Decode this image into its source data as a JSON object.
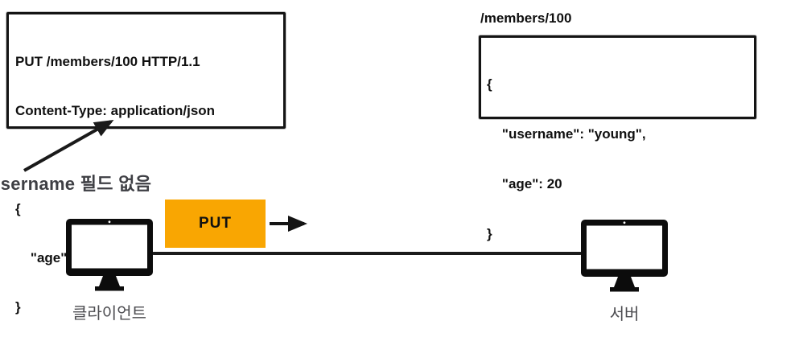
{
  "request_box": {
    "lines": [
      "PUT /members/100 HTTP/1.1",
      "Content-Type: application/json",
      "",
      "{",
      "    \"age\": 50",
      "}"
    ]
  },
  "response_box": {
    "path_label": "/members/100",
    "lines": [
      "{",
      "    \"username\": \"young\",",
      "    \"age\": 20",
      "}"
    ]
  },
  "annotation": {
    "text": "username 필드 없음"
  },
  "flow": {
    "method_label": "PUT"
  },
  "nodes": {
    "client_label": "클라이언트",
    "server_label": "서버"
  },
  "colors": {
    "background": "#FFFFFF",
    "ink": "#141414",
    "method_bg": "#F9A602",
    "annotation_text": "#3E3F44",
    "node_label": "#4C4C50"
  },
  "icons": {
    "client": "monitor-icon",
    "server": "monitor-icon",
    "method_arrow": "arrow-right-icon",
    "annotation_arrow": "arrow-up-right-icon"
  }
}
